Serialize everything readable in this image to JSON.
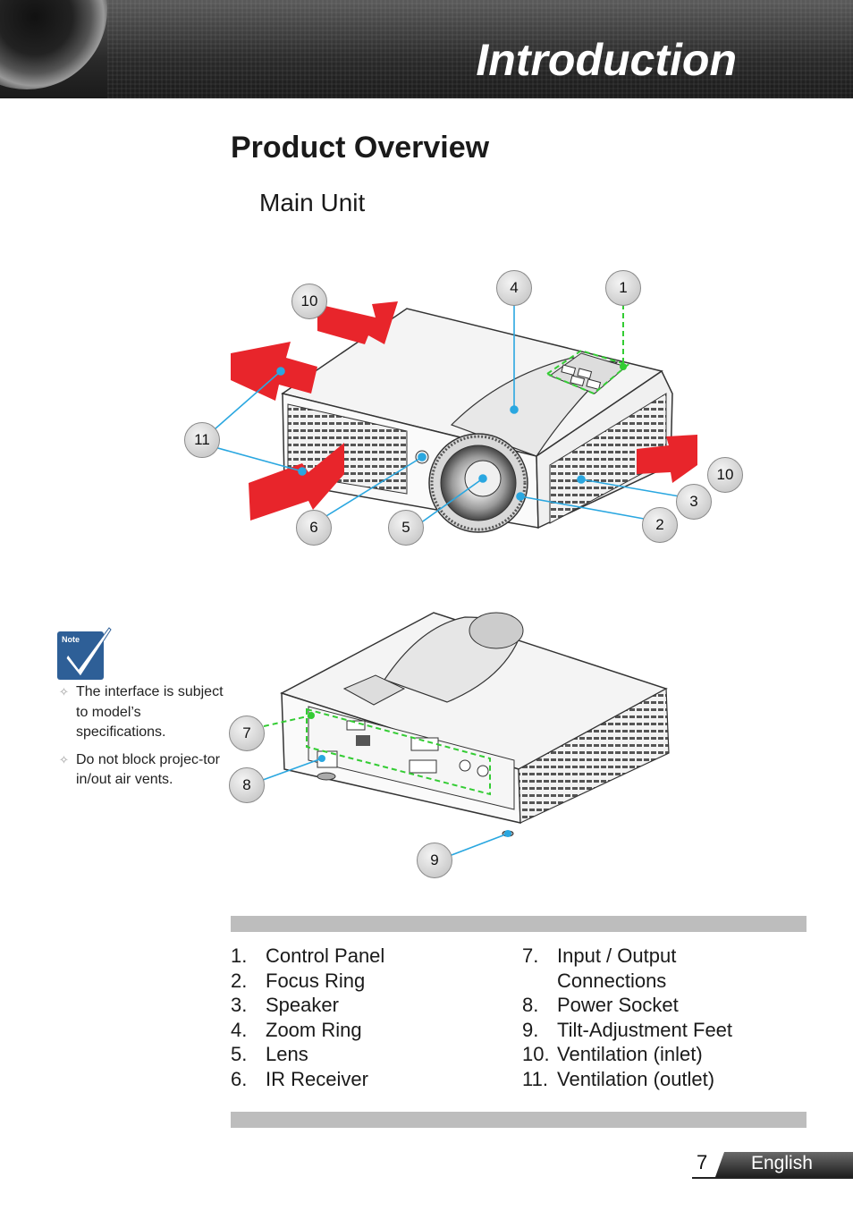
{
  "header": {
    "title": "Introduction"
  },
  "page": {
    "heading": "Product Overview",
    "subtitle": "Main Unit"
  },
  "callouts": [
    {
      "id": "c10a",
      "label": "10"
    },
    {
      "id": "c4",
      "label": "4"
    },
    {
      "id": "c1",
      "label": "1"
    },
    {
      "id": "c11",
      "label": "11"
    },
    {
      "id": "c10b",
      "label": "10"
    },
    {
      "id": "c3",
      "label": "3"
    },
    {
      "id": "c6",
      "label": "6"
    },
    {
      "id": "c5",
      "label": "5"
    },
    {
      "id": "c2",
      "label": "2"
    },
    {
      "id": "c7",
      "label": "7"
    },
    {
      "id": "c8",
      "label": "8"
    },
    {
      "id": "c9",
      "label": "9"
    }
  ],
  "note": {
    "icon_label": "Note",
    "items": [
      "The interface is subject to model’s specifications.",
      "Do not block projec-tor in/out air vents."
    ]
  },
  "parts_left": [
    {
      "num": "1.",
      "name": "Control Panel"
    },
    {
      "num": "2.",
      "name": "Focus Ring"
    },
    {
      "num": "3.",
      "name": "Speaker"
    },
    {
      "num": "4.",
      "name": "Zoom Ring"
    },
    {
      "num": "5.",
      "name": "Lens"
    },
    {
      "num": "6.",
      "name": "IR Receiver"
    }
  ],
  "parts_right": [
    {
      "num": "7.",
      "name": "Input / Output Connections"
    },
    {
      "num": "8.",
      "name": "Power Socket"
    },
    {
      "num": "9.",
      "name": "Tilt-Adjustment Feet"
    },
    {
      "num": "10.",
      "name": "Ventilation (inlet)"
    },
    {
      "num": "11.",
      "name": "Ventilation (outlet)"
    }
  ],
  "footer": {
    "page_number": "7",
    "language": "English"
  },
  "colors": {
    "arrow_red": "#e8252b",
    "leader_blue": "#2aa7e0",
    "dashed_green": "#33cc33",
    "header_dark": "#2a2a2a"
  }
}
